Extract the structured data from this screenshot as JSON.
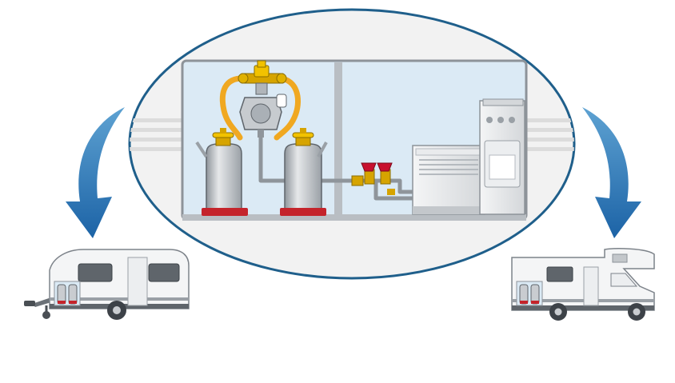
{
  "diagram": {
    "subject": "lpg-gas-system-installation",
    "components": {
      "cylinders": 2,
      "regulator": "two-cylinder-changeover-regulator",
      "hoses": "yellow-high-pressure-hoses",
      "shutoff_valves": 2,
      "appliances": [
        "heater",
        "stove-oven"
      ]
    },
    "vehicles": [
      "caravan",
      "motorhome"
    ],
    "colors": {
      "ellipse_border": "#1f5f8b",
      "ellipse_fill": "#f2f2f2",
      "room_fill": "#dbeaf5",
      "arrow": "#2071b3",
      "hose": "#f0a821",
      "brass": "#d6a400",
      "cylinder": "#c9ccd0",
      "cylinder_base": "#c4242b",
      "valve_handle": "#c8102e"
    }
  }
}
